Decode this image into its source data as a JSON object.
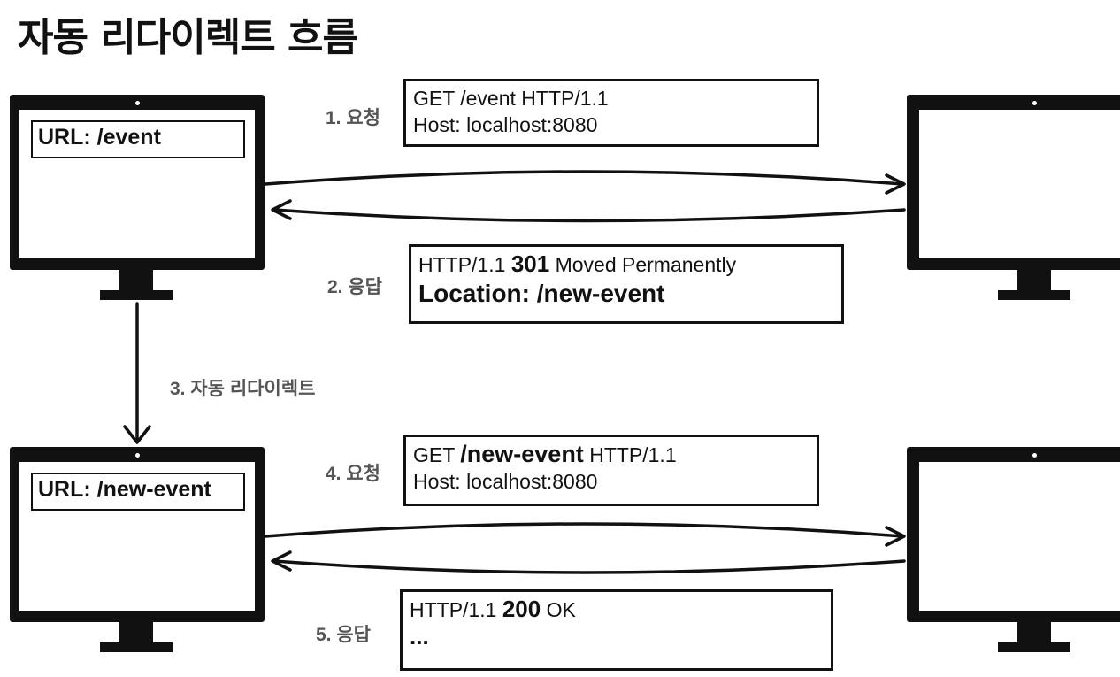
{
  "title": "자동 리다이렉트 흐름",
  "client_top": {
    "url": "URL: /event"
  },
  "client_bottom": {
    "url": "URL: /new-event"
  },
  "steps": {
    "s1": "1. 요청",
    "s2": "2. 응답",
    "s3": "3. 자동 리다이렉트",
    "s4": "4. 요청",
    "s5": "5. 응답"
  },
  "msg1": {
    "line1": "GET /event HTTP/1.1",
    "line2": "Host: localhost:8080"
  },
  "msg2": {
    "l1_pre": "HTTP/1.1 ",
    "l1_code": "301",
    "l1_post": " Moved Permanently",
    "line2": "Location: /new-event"
  },
  "msg4": {
    "l1_pre": "GET ",
    "l1_path": "/new-event",
    "l1_post": " HTTP/1.1",
    "line2": "Host: localhost:8080"
  },
  "msg5": {
    "l1_pre": "HTTP/1.1 ",
    "l1_code": "200",
    "l1_post": " OK",
    "line2": "..."
  }
}
